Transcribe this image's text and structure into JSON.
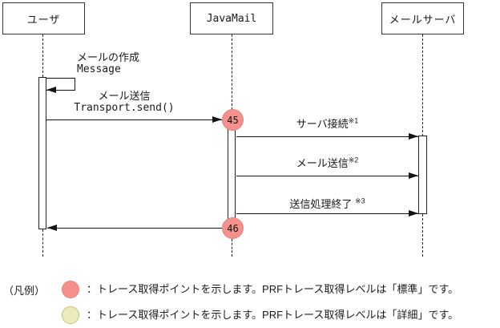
{
  "diagram": {
    "actors": [
      {
        "label": "ユーザ"
      },
      {
        "label": "JavaMail"
      },
      {
        "label": "メールサーバ"
      }
    ],
    "self_message": {
      "line1": "メールの作成",
      "line2": "Message"
    },
    "send_message": {
      "line1": "メール送信",
      "line2": "Transport.send()"
    },
    "server_messages": [
      {
        "text": "サーバ接続",
        "note": "※1"
      },
      {
        "text": "メール送信",
        "note": "※2"
      },
      {
        "text": "送信処理終了 ",
        "note": "※3"
      }
    ],
    "trace_points": [
      {
        "id": "45"
      },
      {
        "id": "46"
      }
    ],
    "colors": {
      "standard": "#F5918D",
      "detail": "#EBEBBB"
    }
  },
  "legend": {
    "title": "（凡例）",
    "items": [
      {
        "text": "：トレース取得ポイントを示します。PRFトレース取得レベルは「標準」です。",
        "level": "standard"
      },
      {
        "text": "：トレース取得ポイントを示します。PRFトレース取得レベルは「詳細」です。",
        "level": "detail"
      }
    ]
  }
}
